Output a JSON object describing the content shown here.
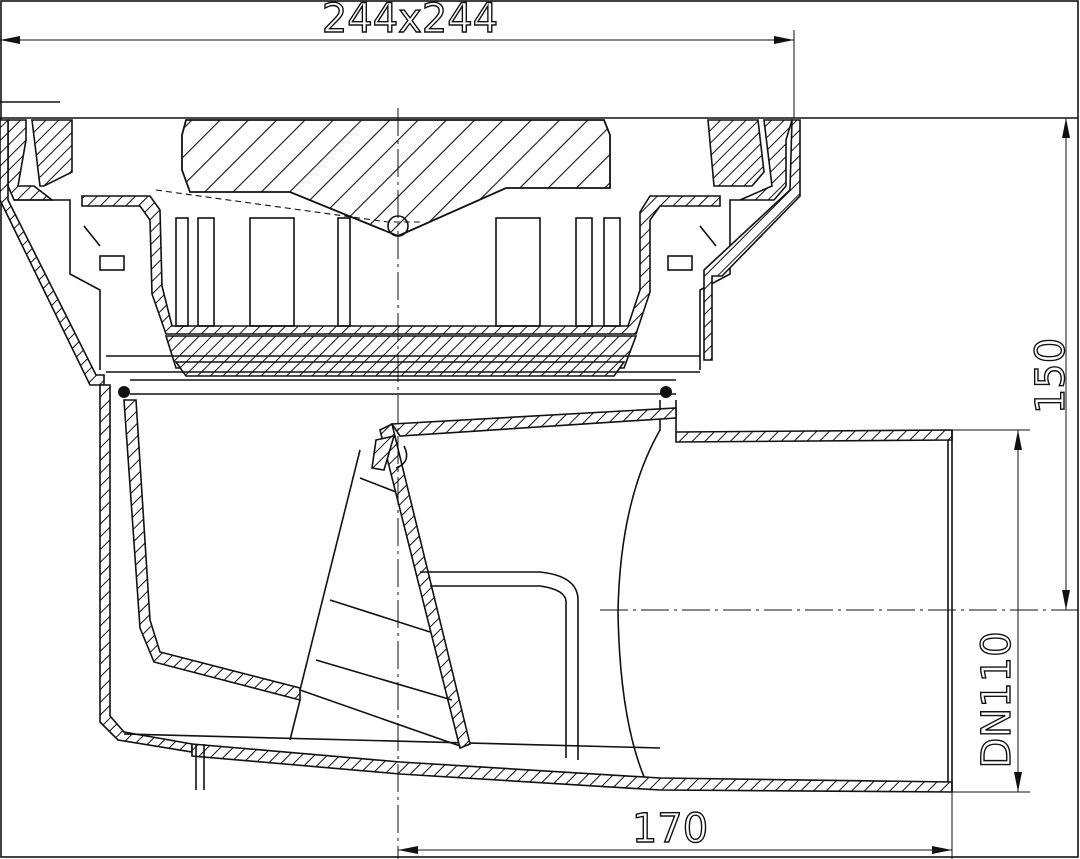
{
  "dimensions": {
    "top_width": "244x244",
    "height": "150",
    "outlet": "DN110",
    "offset": "170"
  }
}
